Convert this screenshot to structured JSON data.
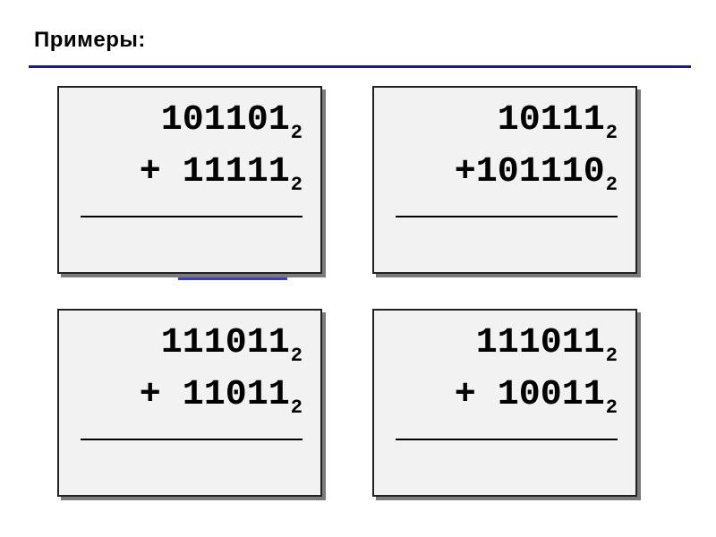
{
  "title": "Примеры:",
  "colors": {
    "title_rule": "#1a1a8c",
    "card_background": "#f2f2f2",
    "accent_bar": "#3f3fbf"
  },
  "examples": [
    {
      "top": " 101101",
      "top_base": "2",
      "bottom": "+ 11111",
      "bottom_base": "2"
    },
    {
      "top": " 10111",
      "top_base": "2",
      "bottom": "+101110",
      "bottom_base": "2"
    },
    {
      "top": " 111011",
      "top_base": "2",
      "bottom": "+ 11011",
      "bottom_base": "2"
    },
    {
      "top": " 111011",
      "top_base": "2",
      "bottom": "+ 10011",
      "bottom_base": "2"
    }
  ]
}
